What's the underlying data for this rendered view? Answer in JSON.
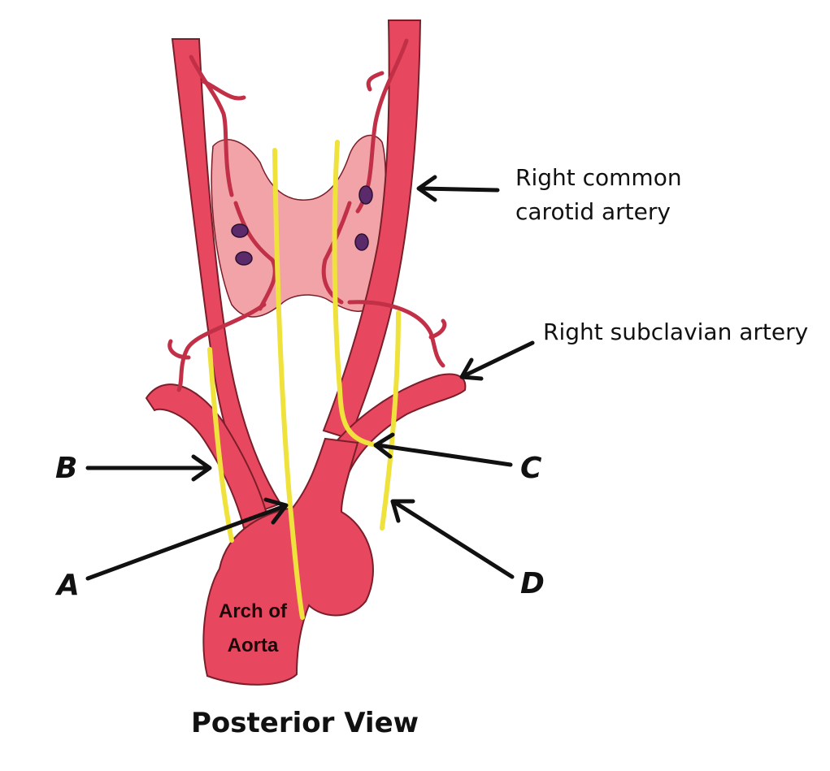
{
  "labels": {
    "right_common_carotid_line1": "Right common",
    "right_common_carotid_line2": "carotid artery",
    "right_subclavian": "Right subclavian artery",
    "arch_line1": "Arch of",
    "arch_line2": "Aorta",
    "view_title": "Posterior View"
  },
  "markers": [
    "A",
    "B",
    "C",
    "D"
  ],
  "colors": {
    "artery": "#e8485f",
    "artery_outline": "#7a1e2a",
    "thyroid": "#f2a3a8",
    "nerve": "#f0e23c",
    "gland": "#5a2a6a",
    "arrow": "#111111"
  }
}
